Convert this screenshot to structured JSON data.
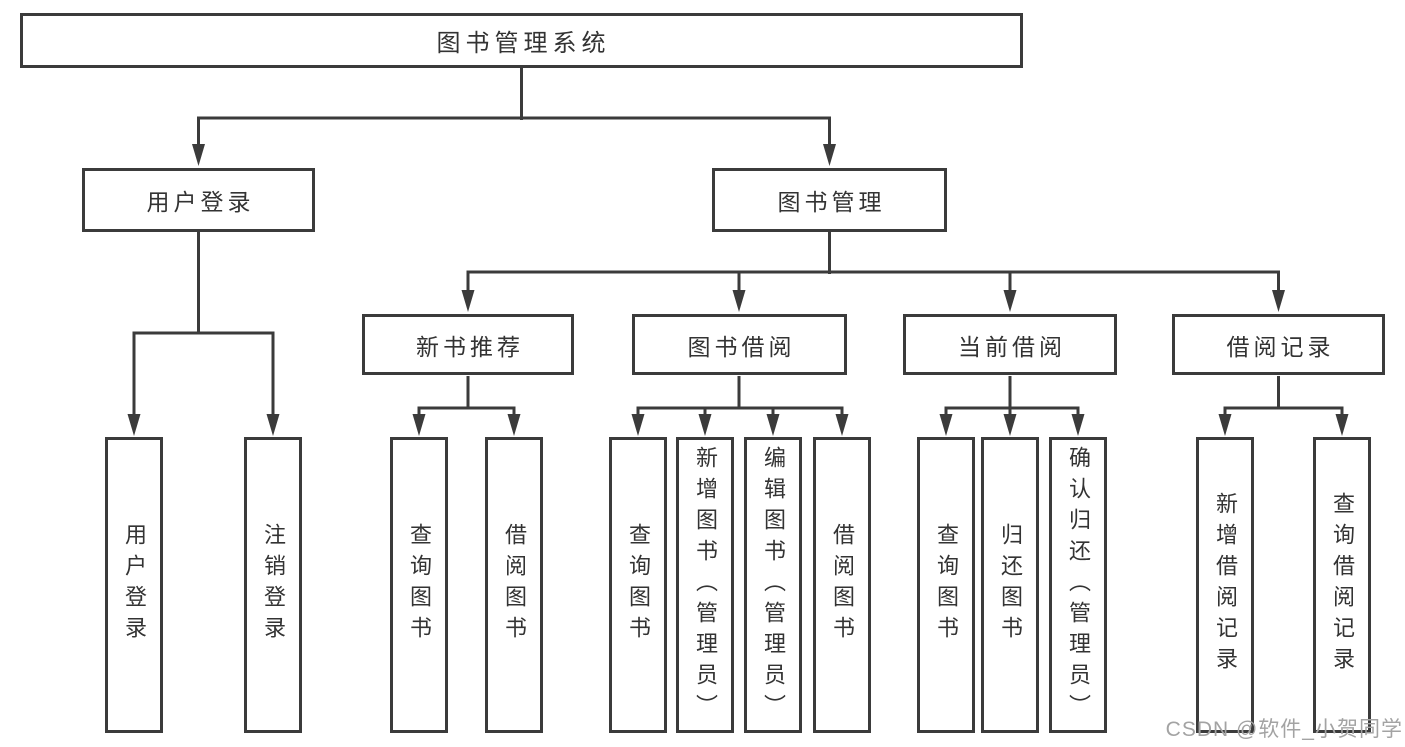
{
  "colors": {
    "line": "#3b3b3b",
    "text": "#333333",
    "background": "#ffffff",
    "watermark": "#a3a3a3"
  },
  "watermark": {
    "text": "CSDN @软件_小贺同学"
  },
  "tree": {
    "label": "图书管理系统",
    "children": [
      {
        "label": "用户登录",
        "children": [
          {
            "label": "用户登录"
          },
          {
            "label": "注销登录"
          }
        ]
      },
      {
        "label": "图书管理",
        "children": [
          {
            "label": "新书推荐",
            "children": [
              {
                "label": "查询图书"
              },
              {
                "label": "借阅图书"
              }
            ]
          },
          {
            "label": "图书借阅",
            "children": [
              {
                "label": "查询图书"
              },
              {
                "label": "新增图书（管理员）"
              },
              {
                "label": "编辑图书（管理员）"
              },
              {
                "label": "借阅图书"
              }
            ]
          },
          {
            "label": "当前借阅",
            "children": [
              {
                "label": "查询图书"
              },
              {
                "label": "归还图书"
              },
              {
                "label": "确认归还（管理员）"
              }
            ]
          },
          {
            "label": "借阅记录",
            "children": [
              {
                "label": "新增借阅记录"
              },
              {
                "label": "查询借阅记录"
              }
            ]
          }
        ]
      }
    ]
  }
}
